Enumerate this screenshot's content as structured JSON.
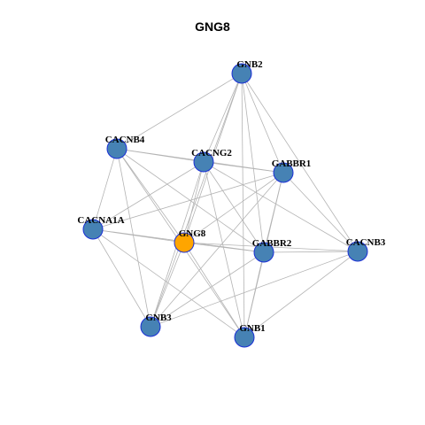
{
  "title": "GNG8",
  "colors": {
    "node_default": "#4682b4",
    "node_focus": "#ffa500",
    "node_border": "#1a2fd6",
    "edge": "#b4b4b4"
  },
  "nodes": [
    {
      "id": "GNB2",
      "label": "GNB2",
      "focus": false
    },
    {
      "id": "CACNB4",
      "label": "CACNB4",
      "focus": false
    },
    {
      "id": "CACNG2",
      "label": "CACNG2",
      "focus": false
    },
    {
      "id": "GABBR1",
      "label": "GABBR1",
      "focus": false
    },
    {
      "id": "CACNA1A",
      "label": "CACNA1A",
      "focus": false
    },
    {
      "id": "GNG8",
      "label": "GNG8",
      "focus": true
    },
    {
      "id": "GABBR2",
      "label": "GABBR2",
      "focus": false
    },
    {
      "id": "CACNB3",
      "label": "CACNB3",
      "focus": false
    },
    {
      "id": "GNB3",
      "label": "GNB3",
      "focus": false
    },
    {
      "id": "GNB1",
      "label": "GNB1",
      "focus": false
    }
  ],
  "edges": [
    [
      "GNB2",
      "CACNB4"
    ],
    [
      "GNB2",
      "CACNG2"
    ],
    [
      "GNB2",
      "GABBR1"
    ],
    [
      "GNB2",
      "GNG8"
    ],
    [
      "GNB2",
      "GABBR2"
    ],
    [
      "GNB2",
      "CACNB3"
    ],
    [
      "GNB2",
      "GNB3"
    ],
    [
      "GNB2",
      "GNB1"
    ],
    [
      "CACNB4",
      "CACNG2"
    ],
    [
      "CACNB4",
      "GABBR1"
    ],
    [
      "CACNB4",
      "CACNA1A"
    ],
    [
      "CACNB4",
      "GNG8"
    ],
    [
      "CACNB4",
      "GABBR2"
    ],
    [
      "CACNB4",
      "GNB3"
    ],
    [
      "CACNB4",
      "GNB1"
    ],
    [
      "CACNG2",
      "GABBR1"
    ],
    [
      "CACNG2",
      "CACNA1A"
    ],
    [
      "CACNG2",
      "GNG8"
    ],
    [
      "CACNG2",
      "GABBR2"
    ],
    [
      "CACNG2",
      "CACNB3"
    ],
    [
      "CACNG2",
      "GNB3"
    ],
    [
      "CACNG2",
      "GNB1"
    ],
    [
      "GABBR1",
      "CACNA1A"
    ],
    [
      "GABBR1",
      "GNG8"
    ],
    [
      "GABBR1",
      "GABBR2"
    ],
    [
      "GABBR1",
      "CACNB3"
    ],
    [
      "GABBR1",
      "GNB3"
    ],
    [
      "GABBR1",
      "GNB1"
    ],
    [
      "CACNA1A",
      "GNG8"
    ],
    [
      "CACNA1A",
      "GABBR2"
    ],
    [
      "CACNA1A",
      "GNB3"
    ],
    [
      "CACNA1A",
      "GNB1"
    ],
    [
      "GNG8",
      "GABBR2"
    ],
    [
      "GNG8",
      "CACNB3"
    ],
    [
      "GNG8",
      "GNB3"
    ],
    [
      "GNG8",
      "GNB1"
    ],
    [
      "GABBR2",
      "CACNB3"
    ],
    [
      "GABBR2",
      "GNB3"
    ],
    [
      "GABBR2",
      "GNB1"
    ],
    [
      "CACNB3",
      "GNB3"
    ],
    [
      "CACNB3",
      "GNB1"
    ]
  ]
}
